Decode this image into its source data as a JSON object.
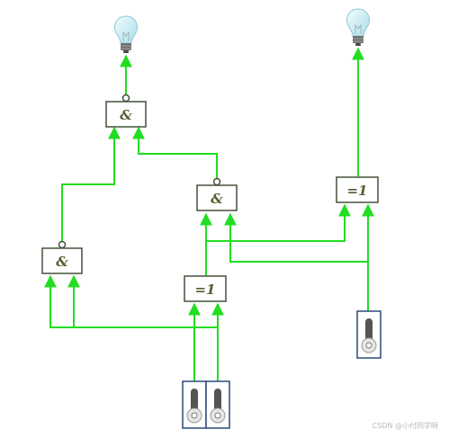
{
  "colors": {
    "wire": "#22dd22",
    "gate_border": "#44503a",
    "gate_fill": "#ffffff",
    "gate_text": "#5a5a30",
    "switch_border": "#2b4a78",
    "bulb_glass": "#cdeef4",
    "bulb_base": "#707070"
  },
  "gates": {
    "and_top": {
      "label": "&"
    },
    "and_mid": {
      "label": "&"
    },
    "and_left": {
      "label": "&"
    },
    "xor_right": {
      "label": "=1"
    },
    "xor_bottom": {
      "label": "=1"
    }
  },
  "icons": {
    "lamp": "light-bulb-icon",
    "switch": "toggle-switch-icon"
  },
  "watermark": "CSDN @小付同学呀"
}
